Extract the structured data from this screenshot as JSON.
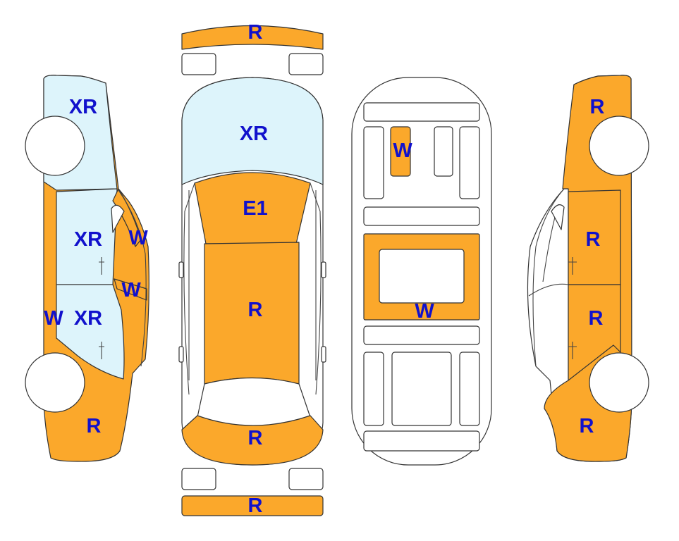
{
  "colors": {
    "repaint": "#FBA82B",
    "glass": "#DDF4FB",
    "body": "#FFFFFF",
    "outline": "#333333",
    "label": "#1111CC"
  },
  "legend_codes": [
    "XR",
    "W",
    "R",
    "E1"
  ],
  "left_view": {
    "hood": "XR",
    "front_door": "XR",
    "pillar": "W",
    "rear_window": "W",
    "rocker": "W",
    "rear_door": "XR",
    "rear_quarter": "R"
  },
  "top_view": {
    "front_bumper": "R",
    "hood": "XR",
    "windshield": "E1",
    "roof": "R",
    "trunk": "R",
    "rear_bumper": "R"
  },
  "underbody_view": {
    "front_member": "W",
    "floor_center": "W"
  },
  "right_view": {
    "front_fender": "R",
    "front_door": "R",
    "rear_door": "R",
    "rear_quarter": "R"
  }
}
